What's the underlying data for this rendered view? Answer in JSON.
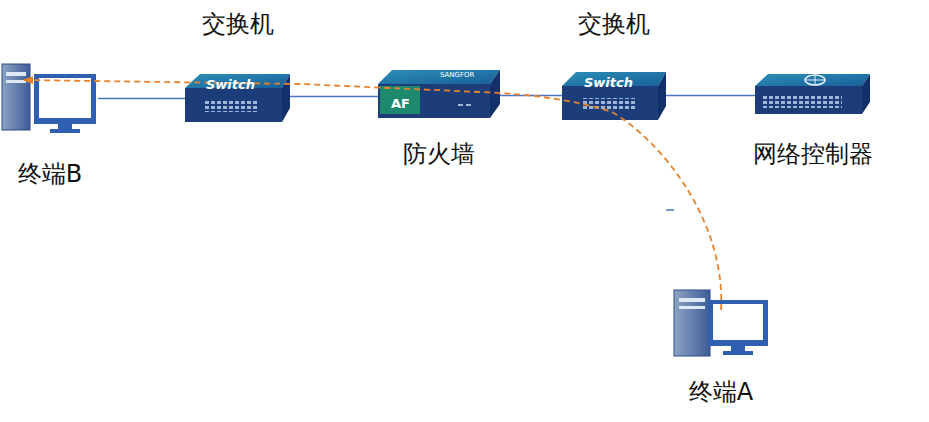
{
  "diagram": {
    "nodes": [
      {
        "text": [
          "终端B"
        ]
      },
      {
        "text": [
          "交换机"
        ]
      },
      {
        "text": [
          "防火墙"
        ]
      },
      {
        "text": [
          "交换机"
        ]
      },
      {
        "text": [
          "网络控制器"
        ]
      },
      {
        "text": [
          "终端A"
        ]
      }
    ],
    "edges": [
      {
        "from": 0,
        "to": 1,
        "arrow": "none"
      },
      {
        "from": 1,
        "to": 2,
        "arrow": "none"
      },
      {
        "from": 2,
        "to": 3,
        "arrow": "none"
      },
      {
        "from": 3,
        "to": 4,
        "arrow": "none"
      },
      {
        "from": 3,
        "to": 5,
        "arrow": "none"
      },
      {
        "from": 5,
        "to": 0,
        "arrow": "to"
      }
    ],
    "labels": [
      "Switch",
      "SANGFOR",
      "AF",
      "Switch"
    ]
  }
}
